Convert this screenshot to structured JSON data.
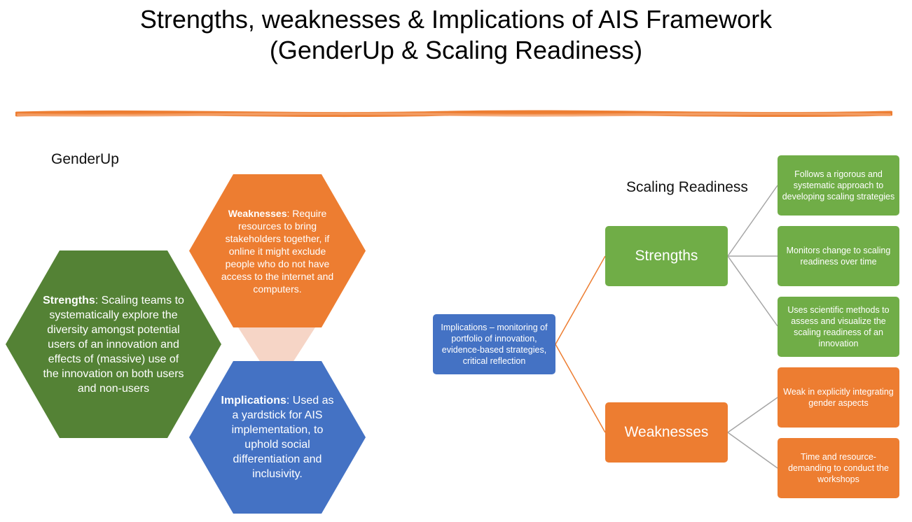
{
  "title": {
    "line1": "Strengths, weaknesses & Implications of AIS Framework",
    "line2": "(GenderUp & Scaling Readiness)"
  },
  "genderup": {
    "label": "GenderUp",
    "strengths": {
      "heading": "Strengths",
      "text": ": Scaling teams to systematically explore the diversity  amongst potential users of an innovation and effects of (massive) use of the innovation on both users and non-users",
      "color": "#548235"
    },
    "weaknesses": {
      "heading": "Weaknesses",
      "text": ": Require resources to bring stakeholders together, if online it might exclude people who do not have access to the internet and computers.",
      "color": "#ed7d31"
    },
    "implications": {
      "heading": "Implications",
      "text": ": Used as a yardstick for AIS implementation, to uphold social differentiation and inclusivity.",
      "color": "#4472c4"
    }
  },
  "scaling": {
    "label": "Scaling Readiness",
    "root": "Implications – monitoring of portfolio of innovation, evidence-based strategies, critical reflection",
    "strengths": {
      "label": "Strengths",
      "items": [
        "Follows a rigorous and systematic approach to developing scaling strategies",
        "Monitors change to scaling readiness over time",
        "Uses scientific methods to assess and visualize the scaling readiness of an innovation"
      ]
    },
    "weaknesses": {
      "label": "Weaknesses",
      "items": [
        "Weak in explicitly integrating gender aspects",
        "Time and resource-demanding to conduct the workshops"
      ]
    }
  },
  "colors": {
    "accent_line": "#ed7d31",
    "green": "#70ad47",
    "orange": "#ed7d31",
    "blue": "#4472c4",
    "connector": "#f6d5c6"
  }
}
